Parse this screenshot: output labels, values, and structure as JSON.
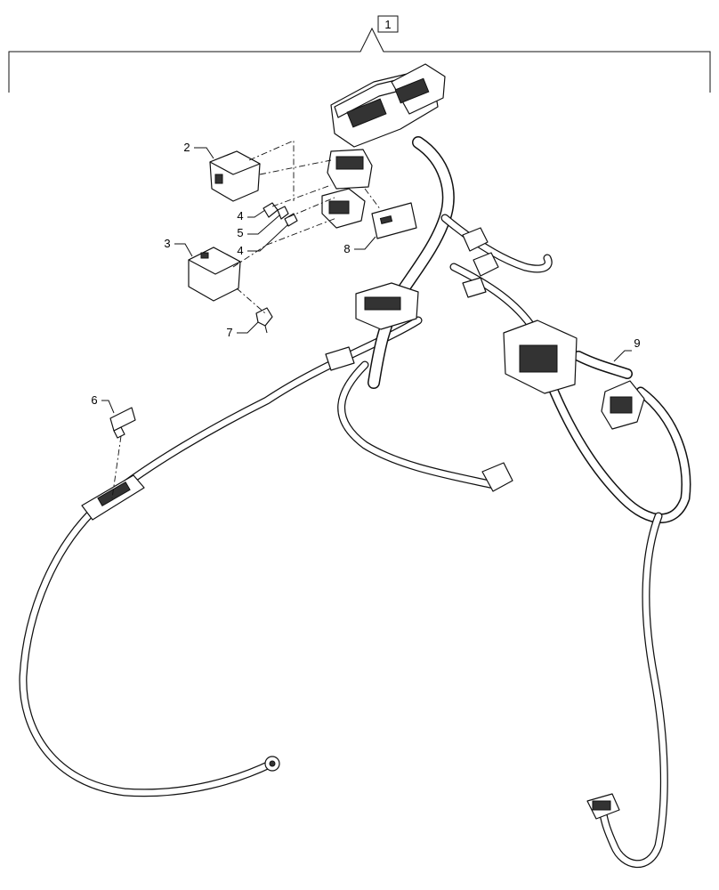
{
  "diagram": {
    "assembly_callout": "1",
    "callouts": {
      "c2": "2",
      "c3": "3",
      "c4a": "4",
      "c5": "5",
      "c4b": "4",
      "c6": "6",
      "c7": "7",
      "c8": "8",
      "c9": "9"
    }
  },
  "colors": {
    "line": "#111111",
    "background": "#ffffff"
  }
}
